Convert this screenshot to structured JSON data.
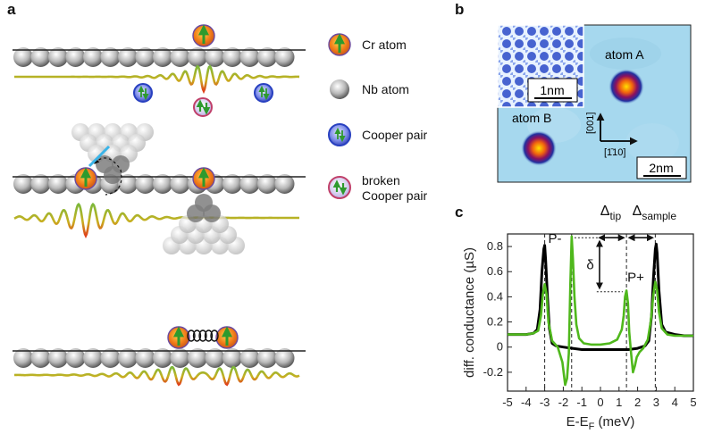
{
  "panels": {
    "a": {
      "letter": "a",
      "legend": [
        {
          "label": "Cr atom",
          "icon": "cr-atom-icon"
        },
        {
          "label": "Nb atom",
          "icon": "nb-atom-icon"
        },
        {
          "label": "Cooper pair",
          "icon": "cooper-pair-icon"
        },
        {
          "label": "broken\nCooper pair",
          "icon": "broken-cooper-pair-icon"
        }
      ]
    },
    "b": {
      "letter": "b",
      "atom_a": "atom A",
      "atom_b": "atom B",
      "inset_scale": "1nm",
      "main_scale": "2nm",
      "dir_vertical": "[001]",
      "dir_horizontal": "[1̄10]"
    },
    "c": {
      "letter": "c"
    }
  },
  "colors": {
    "cr_atom": "#e8761a",
    "spin_arrow": "#2e9a2e",
    "wave_green": "#7cb83a",
    "wave_red": "#e0401a",
    "nb_atom": "#8a8a8a",
    "cooper_blue": "#2840c0",
    "broken_pink": "#c0406a",
    "stm_bg": "#a6d8ee",
    "trace_black": "#000000",
    "trace_green": "#4fb81c"
  },
  "chart_data": {
    "type": "line",
    "xlabel": "E-E_F (meV)",
    "ylabel": "diff. conductance (µS)",
    "xlim": [
      -5,
      5
    ],
    "ylim": [
      -0.35,
      0.9
    ],
    "xticks": [
      -5,
      -4,
      -3,
      -2,
      -1,
      0,
      1,
      2,
      3,
      4,
      5
    ],
    "yticks": [
      -0.2,
      0,
      0.2,
      0.4,
      0.6,
      0.8
    ],
    "dashed_lines": [
      -3.0,
      -1.55,
      1.4,
      2.95
    ],
    "annotations": {
      "p_minus": "P-",
      "p_plus": "P+",
      "delta": "δ",
      "delta_tip": "Δ_tip",
      "delta_sample": "Δ_sample",
      "delta_tip_range": [
        -0.2,
        1.4
      ],
      "delta_sample_range": [
        1.4,
        2.95
      ],
      "delta_levels": [
        0.87,
        0.44
      ]
    },
    "series": [
      {
        "color": "#000000",
        "x": [
          -5,
          -4.5,
          -4,
          -3.6,
          -3.4,
          -3.25,
          -3.15,
          -3.05,
          -3.0,
          -2.95,
          -2.85,
          -2.75,
          -2.6,
          -2.4,
          -2,
          -1.5,
          -1,
          -0.5,
          0,
          0.5,
          1,
          1.5,
          2,
          2.4,
          2.6,
          2.75,
          2.85,
          2.95,
          3.0,
          3.05,
          3.15,
          3.3,
          3.5,
          4,
          4.5,
          5
        ],
        "y": [
          0.1,
          0.1,
          0.1,
          0.11,
          0.14,
          0.3,
          0.6,
          0.78,
          0.81,
          0.7,
          0.4,
          0.15,
          0.03,
          0.01,
          0.0,
          -0.01,
          -0.02,
          -0.02,
          -0.02,
          -0.02,
          -0.02,
          -0.02,
          -0.01,
          0.01,
          0.05,
          0.25,
          0.55,
          0.78,
          0.82,
          0.75,
          0.45,
          0.18,
          0.12,
          0.1,
          0.09,
          0.09
        ]
      },
      {
        "color": "#4fb81c",
        "x": [
          -5,
          -4.5,
          -4,
          -3.6,
          -3.35,
          -3.2,
          -3.1,
          -3.0,
          -2.9,
          -2.8,
          -2.6,
          -2.3,
          -2.05,
          -1.9,
          -1.8,
          -1.7,
          -1.62,
          -1.55,
          -1.48,
          -1.4,
          -1.3,
          -1.15,
          -0.9,
          -0.5,
          0,
          0.5,
          0.9,
          1.15,
          1.25,
          1.32,
          1.4,
          1.48,
          1.55,
          1.65,
          1.75,
          1.85,
          1.95,
          2.1,
          2.3,
          2.55,
          2.7,
          2.85,
          2.95,
          3.05,
          3.15,
          3.3,
          3.6,
          4,
          4.5,
          5
        ],
        "y": [
          0.1,
          0.1,
          0.1,
          0.11,
          0.13,
          0.25,
          0.42,
          0.5,
          0.42,
          0.2,
          0.05,
          0.0,
          -0.12,
          -0.3,
          -0.25,
          -0.05,
          0.5,
          0.88,
          0.7,
          0.4,
          0.18,
          0.07,
          0.03,
          0.02,
          0.02,
          0.03,
          0.06,
          0.14,
          0.25,
          0.4,
          0.45,
          0.35,
          0.12,
          -0.05,
          -0.2,
          -0.15,
          -0.08,
          -0.04,
          -0.01,
          0.06,
          0.2,
          0.42,
          0.52,
          0.45,
          0.28,
          0.15,
          0.1,
          0.09,
          0.09,
          0.09
        ]
      }
    ]
  }
}
